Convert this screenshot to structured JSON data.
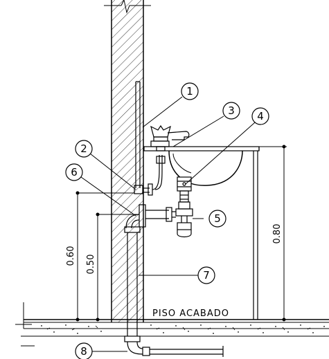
{
  "callouts": {
    "c1": "1",
    "c2": "2",
    "c3": "3",
    "c4": "4",
    "c5": "5",
    "c6": "6",
    "c7": "7",
    "c8": "8"
  },
  "dimensions": {
    "height_060": "0.60",
    "height_050": "0.50",
    "height_080": "0.80"
  },
  "floor_label": "PISO ACABADO"
}
